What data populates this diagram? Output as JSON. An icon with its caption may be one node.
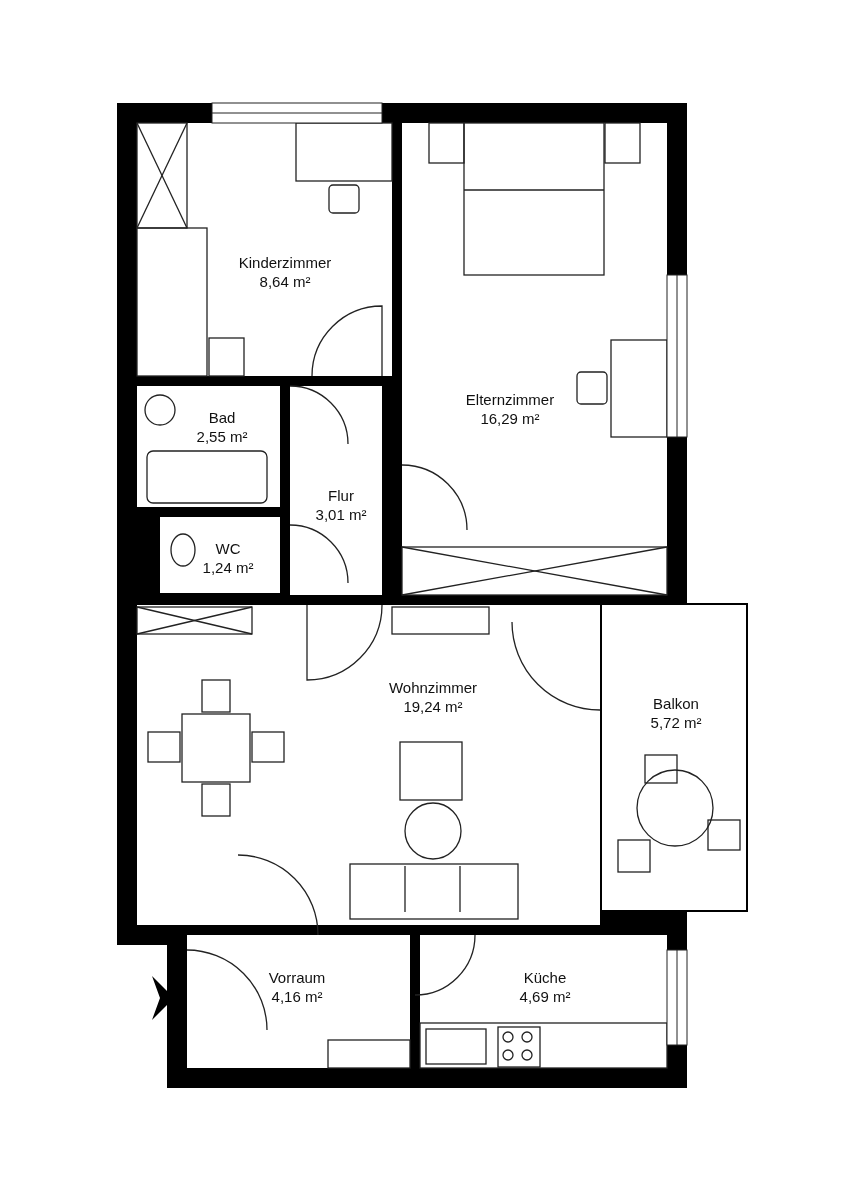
{
  "diagram": {
    "nodes": [
      {
        "text": [
          "Kinderzimmer",
          "8,64 m²"
        ]
      },
      {
        "text": [
          "Elternzimmer",
          "16,29 m²"
        ]
      },
      {
        "text": [
          "Bad",
          "2,55 m²"
        ]
      },
      {
        "text": [
          "Flur",
          "3,01 m²"
        ]
      },
      {
        "text": [
          "WC",
          "1,24 m²"
        ]
      },
      {
        "text": [
          "Wohnzimmer",
          "19,24 m²"
        ]
      },
      {
        "text": [
          "Balkon",
          "5,72 m²"
        ]
      },
      {
        "text": [
          "Vorraum",
          "4,16 m²"
        ]
      },
      {
        "text": [
          "Küche",
          "4,69 m²"
        ]
      }
    ]
  }
}
